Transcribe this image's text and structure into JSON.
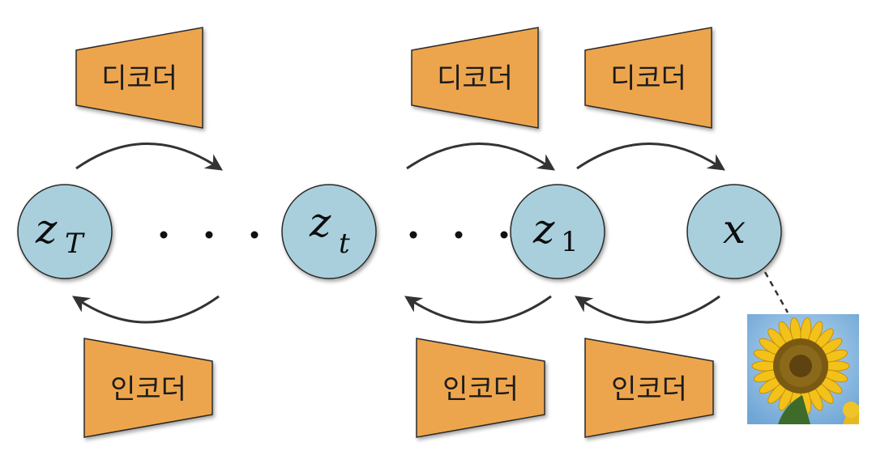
{
  "decoders": [
    {
      "label": "디코더"
    },
    {
      "label": "디코더"
    },
    {
      "label": "디코더"
    }
  ],
  "encoders": [
    {
      "label": "인코더"
    },
    {
      "label": "인코더"
    },
    {
      "label": "인코더"
    }
  ],
  "nodes": [
    {
      "base": "z",
      "sub": "T"
    },
    {
      "base": "z",
      "sub": "t"
    },
    {
      "base": "z",
      "sub": "1"
    },
    {
      "base": "x",
      "sub": ""
    }
  ],
  "colors": {
    "node_fill": "#a9cfdd",
    "node_stroke": "#2a2a2a",
    "box_fill": "#eda54e",
    "box_stroke": "#2a2a2a",
    "arrow": "#333333"
  },
  "image": {
    "icon": "sunflower-thumbnail"
  }
}
